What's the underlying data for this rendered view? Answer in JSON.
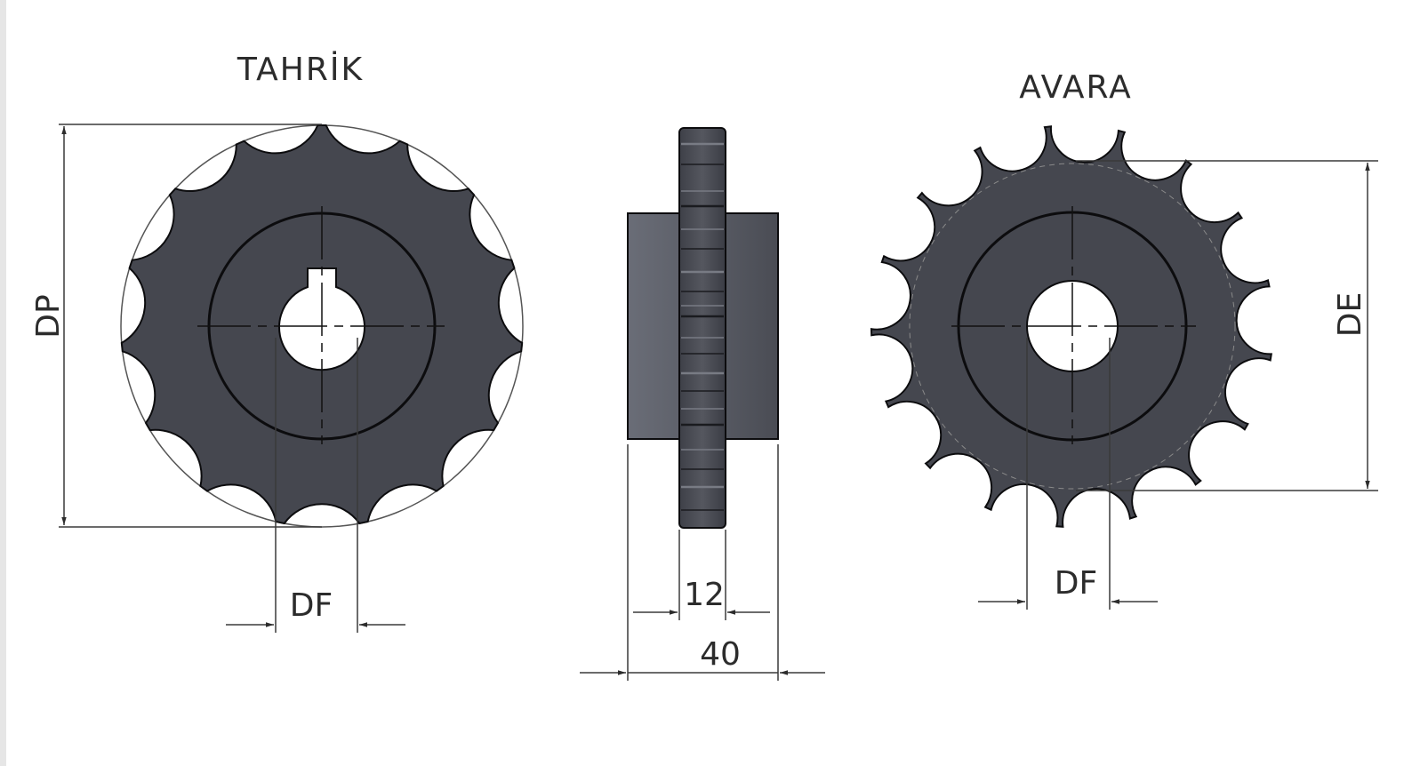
{
  "drive_sprocket": {
    "title": "TAHRİK",
    "teeth": 15,
    "pitch_dia_label": "DP",
    "bore_dia_label": "DF"
  },
  "side_view": {
    "tooth_width_label": "12",
    "hub_width_label": "40"
  },
  "idler_sprocket": {
    "title": "AVARA",
    "teeth": 17,
    "outer_dia_label": "DE",
    "bore_dia_label": "DF"
  },
  "colors": {
    "body": "#45474f",
    "outline": "#0c0c0e",
    "line": "#3a3a3a",
    "side_hub": "#5a5d66"
  }
}
